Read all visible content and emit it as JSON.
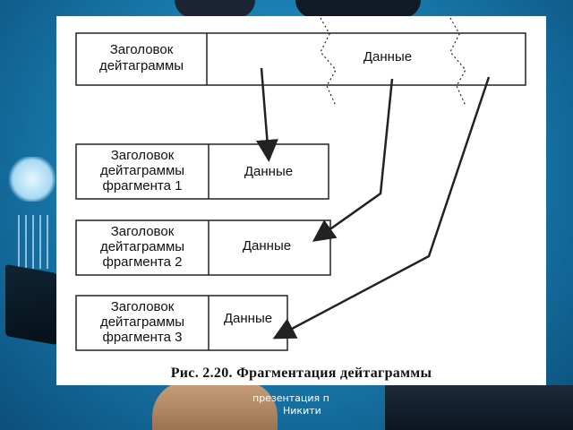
{
  "diagram": {
    "main_header": [
      "Заголовок",
      "дейтаграммы"
    ],
    "main_data": "Данные",
    "fragments": [
      {
        "header": [
          "Заголовок",
          "дейтаграммы",
          "фрагмента 1"
        ],
        "data": "Данные"
      },
      {
        "header": [
          "Заголовок",
          "дейтаграммы",
          "фрагмента 2"
        ],
        "data": "Данные"
      },
      {
        "header": [
          "Заголовок",
          "дейтаграммы",
          "фрагмента 3"
        ],
        "data": "Данные"
      }
    ]
  },
  "caption": "Рис. 2.20. Фрагментация дейтаграммы",
  "footer": {
    "line1": "презентация п",
    "line2": "Никити"
  }
}
